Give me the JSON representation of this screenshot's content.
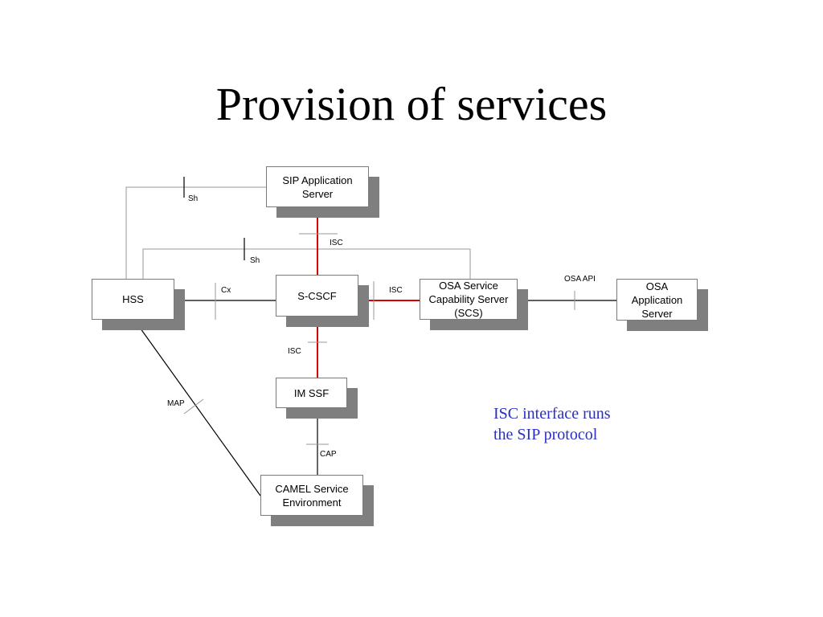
{
  "title": "Provision of services",
  "nodes": {
    "sip_as": "SIP Application\nServer",
    "hss": "HSS",
    "scscf": "S-CSCF",
    "osa_scs": "OSA Service\nCapability Server\n(SCS)",
    "osa_as": "OSA\nApplication\nServer",
    "im_ssf": "IM SSF",
    "camel": "CAMEL Service\nEnvironment"
  },
  "interfaces": {
    "sh_top": "Sh",
    "sh_mid": "Sh",
    "isc_top": "ISC",
    "isc_right": "ISC",
    "isc_bottom": "ISC",
    "cx": "Cx",
    "osa_api": "OSA API",
    "map": "MAP",
    "cap": "CAP"
  },
  "note": {
    "line1": "ISC interface runs",
    "line2": "the SIP protocol"
  },
  "colors": {
    "isc_link": "#d80000",
    "plain_link": "#000000",
    "sh_link": "#9a9a9a",
    "note_text": "#2a2fc4",
    "shadow": "#7f7f7f"
  }
}
